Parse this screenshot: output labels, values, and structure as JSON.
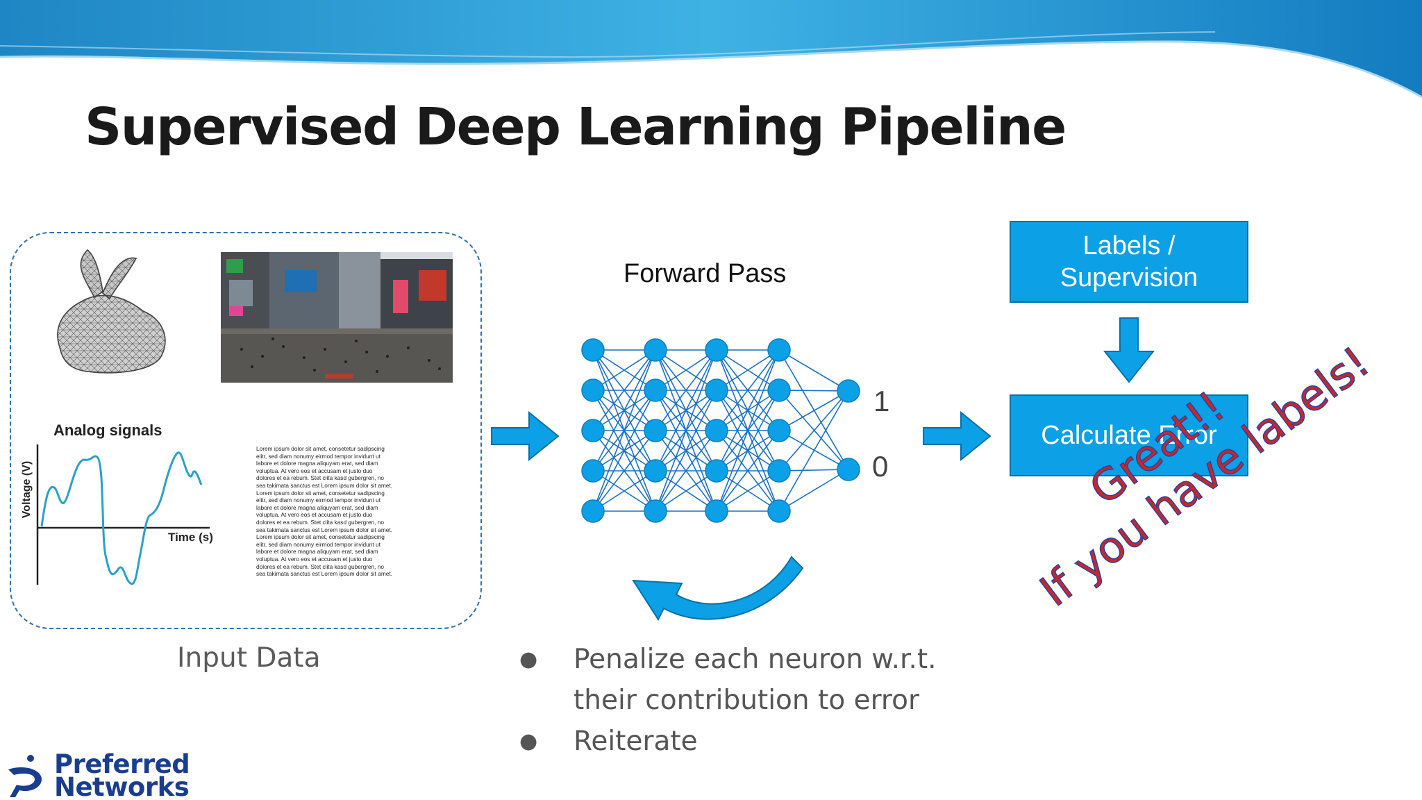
{
  "title": "Supervised Deep Learning Pipeline",
  "input_panel": {
    "signal_title": "Analog signals",
    "signal_ylabel": "Voltage (V)",
    "signal_xlabel": "Time (s)",
    "lorem": "Lorem ipsum dolor sit amet, consetetur sadipscing elitr, sed diam nonumy eirmod tempor invidunt ut labore et dolore magna aliquyam erat, sed diam voluptua. At vero eos et accusam et justo duo dolores et ea rebum. Stet clita kasd gubergren, no sea takimata sanctus est Lorem ipsum dolor sit amet. Lorem ipsum dolor sit amet, consetetur sadipscing elitr, sed diam nonumy eirmod tempor invidunt ut labore et dolore magna aliquyam erat, sed diam voluptua. At vero eos et accusam et justo duo dolores et ea rebum. Stet clita kasd gubergren, no sea takimata sanctus est Lorem ipsum dolor sit amet. Lorem ipsum dolor sit amet, consetetur sadipscing elitr, sed diam nonumy eirmod tempor invidunt ut labore et dolore magna aliquyam erat, sed diam voluptua. At vero eos et accusam et justo duo dolores et ea rebum. Stet clita kasd gubergren, no sea takimata sanctus est Lorem ipsum dolor sit amet.",
    "caption": "Input Data"
  },
  "network": {
    "forward_label": "Forward Pass",
    "layers": [
      5,
      5,
      5,
      5,
      2
    ],
    "outputs": [
      "1",
      "0"
    ],
    "node_color": "#0ca0e6",
    "edge_color": "#1a6fc4"
  },
  "labels_box": {
    "line1": "Labels /",
    "line2": "Supervision"
  },
  "error_box": {
    "label": "Calculate Error"
  },
  "bullets": [
    {
      "text": "Penalize each neuron w.r.t. their contribution to error"
    },
    {
      "text": "Reiterate"
    }
  ],
  "annotation": {
    "line1": "Great!!",
    "line2": "If you have labels!"
  },
  "logo": {
    "line1": "Preferred",
    "line2": "Networks"
  },
  "colors": {
    "accent": "#0ca0e6",
    "accent_dark": "#0a6fa6",
    "annotation_fill": "#c62828",
    "annotation_stroke": "#2b3fa0",
    "logo": "#1a3e8f",
    "signal": "#2aa0c8"
  }
}
